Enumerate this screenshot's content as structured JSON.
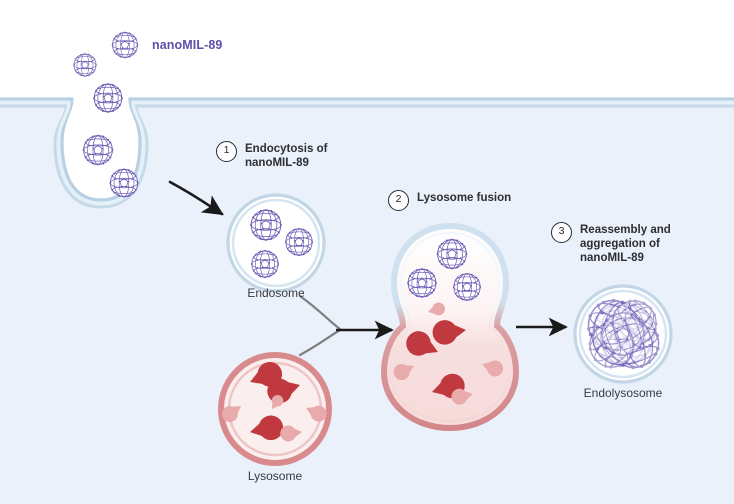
{
  "diagram": {
    "title_label": "nanoMIL-89",
    "colors": {
      "cytoplasm_bg": "#eaf1fa",
      "extracellular_bg": "#ffffff",
      "membrane_outer": "#b9cfe2",
      "membrane_inner": "#dceaf6",
      "nanoparticle": "#6b5cb5",
      "lysosome_membrane": "#d98a8d",
      "lysosome_lumen": "#fbeeee",
      "enzyme_dark": "#c0393f",
      "enzyme_light": "#e8aaab",
      "arrow": "#1a1a1a",
      "step_text": "#2e2e33",
      "caption_text": "#3a3a40",
      "title_text": "#5b4fa8",
      "aggregate": "#7a6ac0"
    },
    "steps": [
      {
        "number": "1",
        "text": "Endocytosis of\nnanoMIL-89"
      },
      {
        "number": "2",
        "text": "Lysosome fusion"
      },
      {
        "number": "3",
        "text": "Reassembly and\naggregation of\nnanoMIL-89"
      }
    ],
    "captions": [
      {
        "label": "Endosome"
      },
      {
        "label": "Lysosome"
      },
      {
        "label": "Endolysosome"
      }
    ],
    "structures": [
      {
        "name": "cell-membrane",
        "description": "plasma membrane with invagination pit"
      },
      {
        "name": "endocytic-pit",
        "description": "membrane invagination containing nanoMIL-89 particles"
      },
      {
        "name": "endosome",
        "description": "vesicle containing three nanoMIL-89 particles"
      },
      {
        "name": "lysosome",
        "description": "vesicle containing hydrolytic enzymes"
      },
      {
        "name": "fusion-vesicle",
        "description": "endosome fusing with lysosome"
      },
      {
        "name": "endolysosome",
        "description": "vesicle containing aggregated nanoMIL-89"
      }
    ],
    "free_nanoparticle_count": 5,
    "endosome_nanoparticle_count": 3,
    "fusion_nanoparticle_count": 3
  }
}
